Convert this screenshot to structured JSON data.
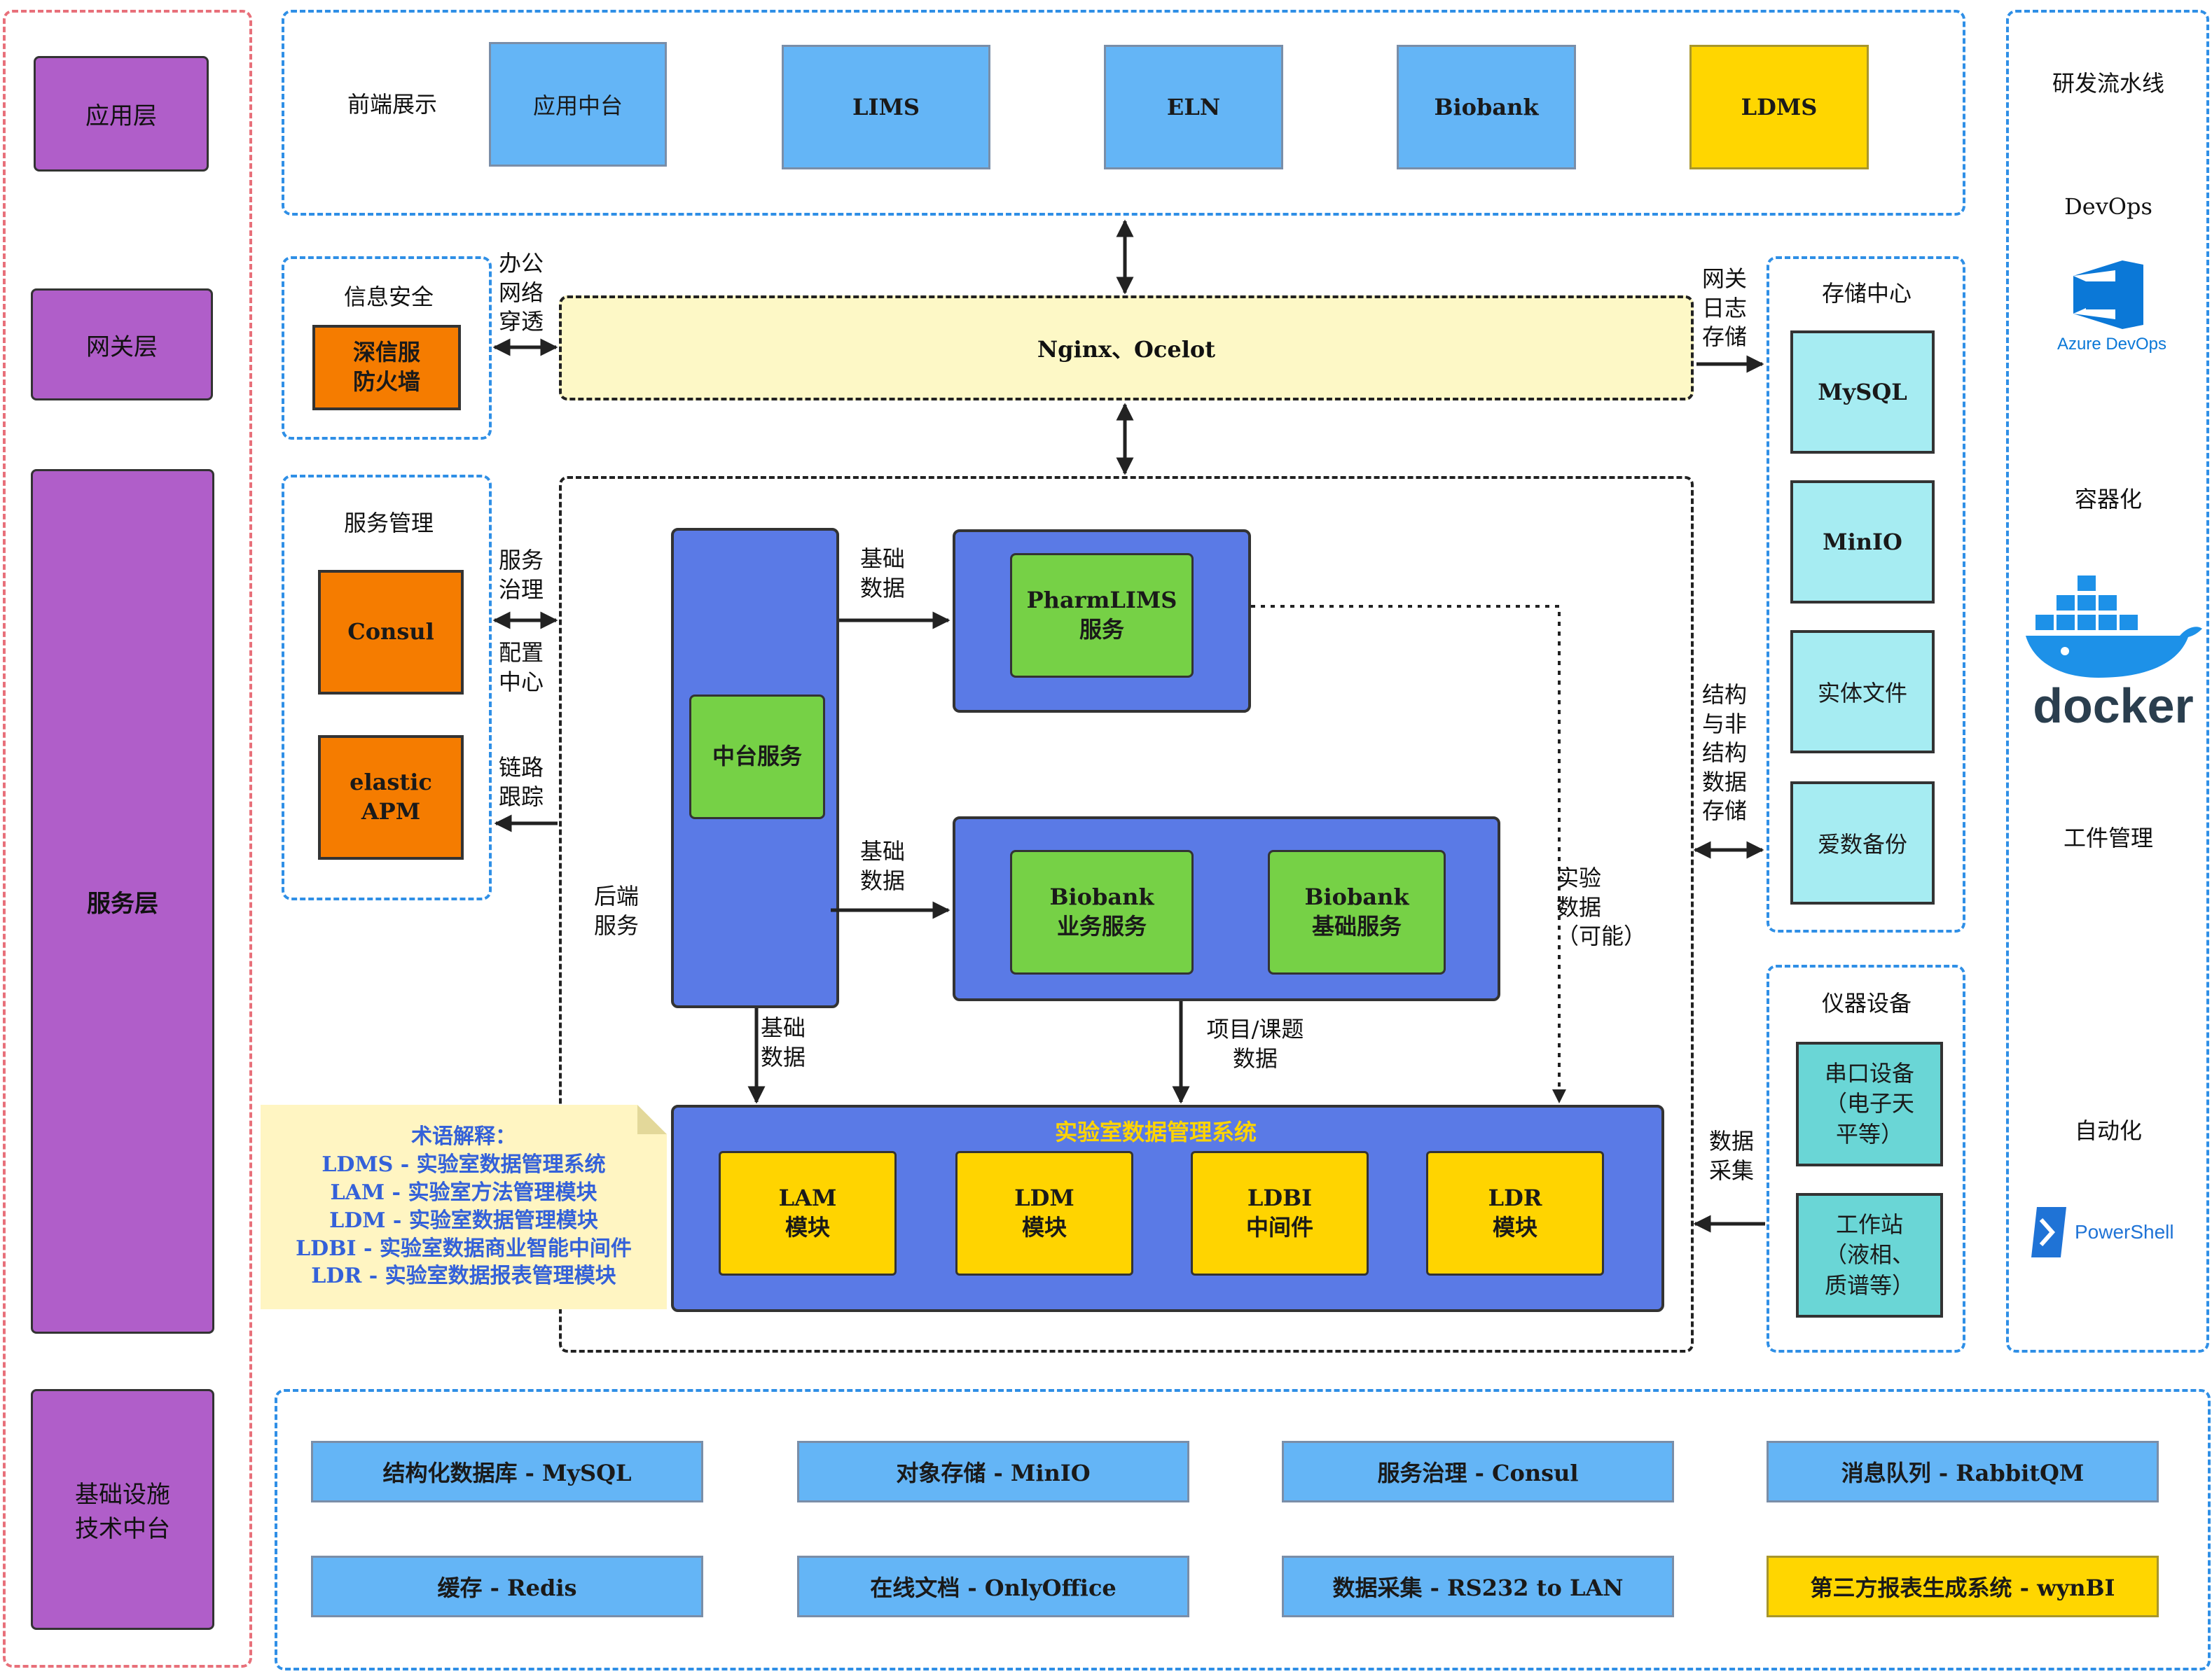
{
  "layers": {
    "app": "应用层",
    "gateway": "网关层",
    "service": "服务层",
    "infra": "基础设施\n技术中台"
  },
  "frontend": {
    "title": "前端展示",
    "apps": [
      "应用中台",
      "LIMS",
      "ELN",
      "Biobank",
      "LDMS"
    ]
  },
  "security": {
    "title": "信息安全",
    "firewall": "深信服\n防火墙",
    "edge_label": "办公\n网络\n穿透"
  },
  "gateway": {
    "label": "Nginx、Ocelot",
    "log_label": "网关\n日志\n存储"
  },
  "service_mgmt": {
    "title": "服务管理",
    "consul": "Consul",
    "apm": "elastic\nAPM",
    "label_governance": "服务\n治理",
    "label_config": "配置\n中心",
    "label_trace": "链路\n跟踪"
  },
  "backend": {
    "label": "后端\n服务",
    "middle_service": "中台服务",
    "base_data_1": "基础\n数据",
    "base_data_2": "基础\n数据",
    "base_data_3": "基础\n数据",
    "pharmlims": "PharmLIMS\n服务",
    "biobank_business": "Biobank\n业务服务",
    "biobank_base": "Biobank\n基础服务",
    "project_data": "项目/课题\n数据",
    "exp_data": "实验\n数据\n（可能）"
  },
  "ldms": {
    "title": "实验室数据管理系统",
    "modules": [
      "LAM\n模块",
      "LDM\n模块",
      "LDBI\n中间件",
      "LDR\n模块"
    ]
  },
  "glossary": {
    "title": "术语解释：",
    "lines": [
      "LDMS - 实验室数据管理系统",
      "LAM - 实验室方法管理模块",
      "LDM - 实验室数据管理模块",
      "LDBI - 实验室数据商业智能中间件",
      "LDR - 实验室数据报表管理模块"
    ]
  },
  "storage": {
    "title": "存储中心",
    "items": [
      "MySQL",
      "MinIO",
      "实体文件",
      "爱数备份"
    ],
    "edge_label": "结构\n与非\n结构\n数据\n存储"
  },
  "devices": {
    "title": "仪器设备",
    "items": [
      "串口设备\n（电子天\n平等）",
      "工作站\n（液相、\n质谱等）"
    ],
    "edge_label": "数据\n采集"
  },
  "pipeline": {
    "title": "研发流水线",
    "devops": "DevOps",
    "azure_caption": "Azure DevOps",
    "container": "容器化",
    "docker_caption": "docker",
    "artifact": "工件管理",
    "automation": "自动化",
    "powershell_caption": "PowerShell"
  },
  "infra": {
    "items": [
      "结构化数据库 - MySQL",
      "对象存储 - MinIO",
      "服务治理 - Consul",
      "消息队列 - RabbitQM",
      "缓存 - Redis",
      "在线文档 - OnlyOffice",
      "数据采集 - RS232 to LAN",
      "第三方报表生成系统 - wynBI"
    ]
  },
  "colors": {
    "layer": "#b05ec9",
    "app_blue": "#64b5f6",
    "highlight_yellow": "#ffd600",
    "royal_blue": "#5a7ae6",
    "service_green": "#76d146",
    "security_orange": "#f57c00",
    "storage_cyan": "#a6ecf2",
    "device_teal": "#6ad6d6",
    "gateway_fill": "#fdf8c6",
    "dashed_blue": "#2f8fe6",
    "dashed_red": "#e8707a"
  }
}
